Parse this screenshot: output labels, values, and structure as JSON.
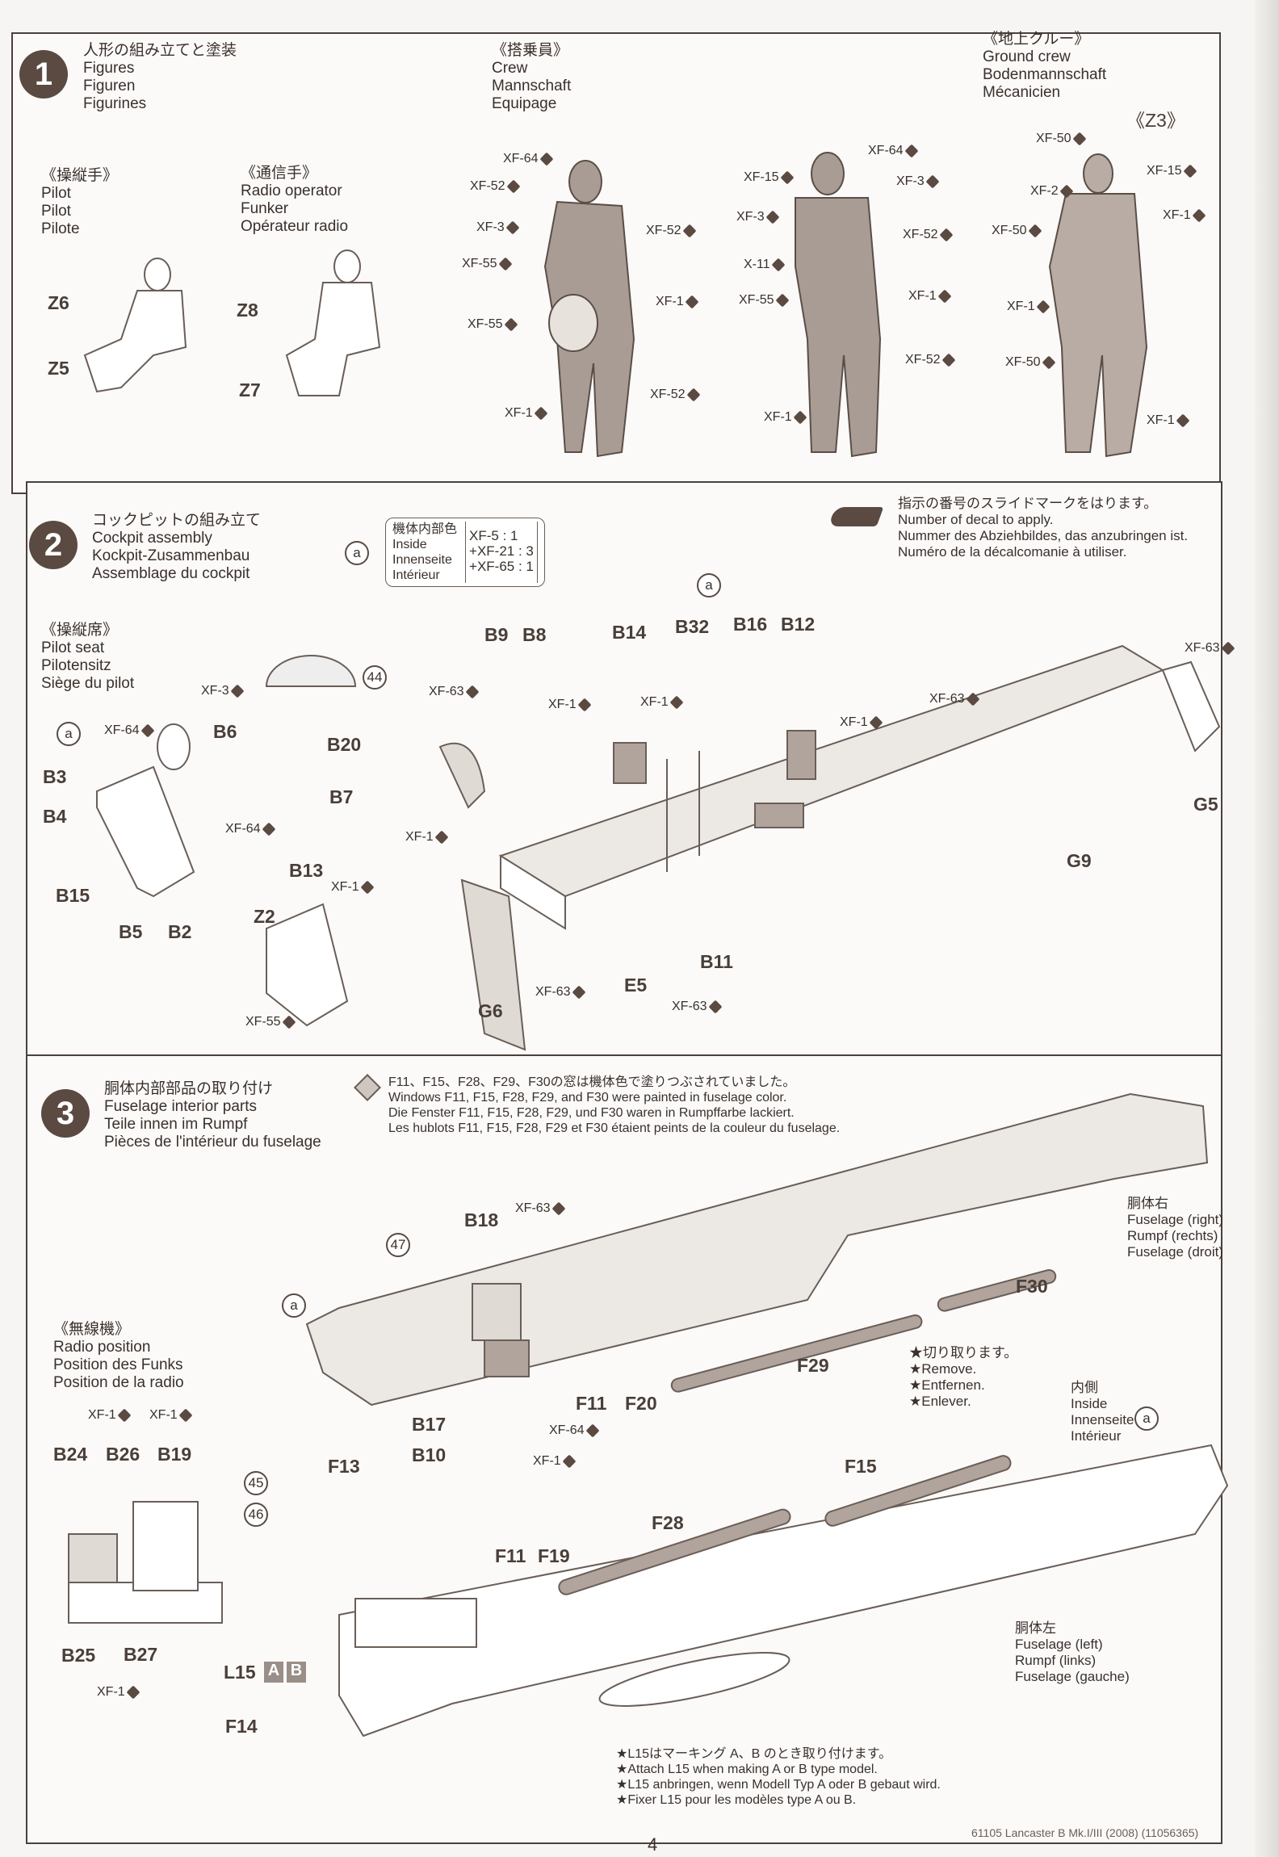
{
  "step1": {
    "number": "1",
    "title": [
      "人形の組み立てと塗装",
      "Figures",
      "Figuren",
      "Figurines"
    ],
    "crew_heading": [
      "《搭乗員》",
      "Crew",
      "Mannschaft",
      "Equipage"
    ],
    "ground_heading": [
      "《地上クルー》",
      "Ground crew",
      "Bodenmannschaft",
      "Mécanicien"
    ],
    "ground_part": "《Z3》",
    "pilot_heading": [
      "《操縦手》",
      "Pilot",
      "Pilot",
      "Pilote"
    ],
    "radio_heading": [
      "《通信手》",
      "Radio operator",
      "Funker",
      "Opérateur radio"
    ],
    "parts": [
      "Z6",
      "Z5",
      "Z8",
      "Z7"
    ],
    "crew1_paints": [
      "XF-64",
      "XF-52",
      "XF-3",
      "XF-55",
      "XF-55",
      "XF-1",
      "XF-52",
      "XF-1",
      "XF-52"
    ],
    "crew2_paints": [
      "XF-64",
      "XF-15",
      "XF-3",
      "XF-3",
      "XF-52",
      "X-11",
      "XF-55",
      "XF-1",
      "XF-52",
      "XF-1"
    ],
    "ground_paints": [
      "XF-50",
      "XF-15",
      "XF-2",
      "XF-1",
      "XF-50",
      "XF-1",
      "XF-50",
      "XF-1"
    ]
  },
  "step2": {
    "number": "2",
    "title": [
      "コックピットの組み立て",
      "Cockpit assembly",
      "Kockpit-Zusammenbau",
      "Assemblage du cockpit"
    ],
    "paint_key": {
      "symbol": "a",
      "labels": [
        "機体内部色",
        "Inside",
        "Innenseite",
        "Intérieur"
      ],
      "mix": [
        "XF-5 : 1",
        "+XF-21 : 3",
        "+XF-65 : 1"
      ]
    },
    "decal_note": [
      "指示の番号のスライドマークをはります。",
      "Number of decal to apply.",
      "Nummer des Abziehbildes, das anzubringen ist.",
      "Numéro de la décalcomanie à utiliser."
    ],
    "seat_heading": [
      "《操縦席》",
      "Pilot seat",
      "Pilotensitz",
      "Siège du pilot"
    ],
    "seat_parts": [
      "B6",
      "B3",
      "B4",
      "B15",
      "B5",
      "B2",
      "B13",
      "Z2"
    ],
    "seat_paints": [
      "XF-3",
      "XF-64",
      "XF-64",
      "XF-1",
      "XF-55"
    ],
    "parts": [
      "B20",
      "B7",
      "B9",
      "B8",
      "B14",
      "B32",
      "B16",
      "B12",
      "G5",
      "G9",
      "B11",
      "E5",
      "G6"
    ],
    "paints": [
      "XF-1",
      "XF-63",
      "XF-1",
      "XF-1",
      "XF-1",
      "XF-63",
      "XF-63",
      "XF-63",
      "XF-63"
    ],
    "decal_no": "44",
    "paint_symbol": "a"
  },
  "step3": {
    "number": "3",
    "title": [
      "胴体内部部品の取り付け",
      "Fuselage interior parts",
      "Teile innen im Rumpf",
      "Pièces de l'intérieur du fuselage"
    ],
    "window_note": [
      "F11、F15、F28、F29、F30の窓は機体色で塗りつぶされていました。",
      "Windows F11, F15, F28, F29, and F30 were painted in fuselage color.",
      "Die Fenster F11, F15, F28, F29, und F30 waren in Rumpffarbe lackiert.",
      "Les hublots F11, F15, F28, F29 et F30 étaient peints de la couleur du fuselage."
    ],
    "radio_heading": [
      "《無線機》",
      "Radio position",
      "Position des Funks",
      "Position de la radio"
    ],
    "radio_parts": [
      "B24",
      "B26",
      "B19",
      "B25",
      "B27"
    ],
    "radio_paints": [
      "XF-1",
      "XF-1",
      "XF-1"
    ],
    "decals": [
      "45",
      "46",
      "47"
    ],
    "parts": [
      "B18",
      "F13",
      "B17",
      "B10",
      "F11",
      "F20",
      "F29",
      "F30",
      "F15",
      "F28",
      "F11",
      "F19",
      "L15",
      "F14"
    ],
    "paints": [
      "XF-63",
      "XF-64",
      "XF-1"
    ],
    "marking_tags": [
      "A",
      "B"
    ],
    "paint_symbol": "a",
    "fuselage_right": [
      "胴体右",
      "Fuselage (right)",
      "Rumpf (rechts)",
      "Fuselage (droit)"
    ],
    "fuselage_left": [
      "胴体左",
      "Fuselage (left)",
      "Rumpf (links)",
      "Fuselage (gauche)"
    ],
    "inside": [
      "内側",
      "Inside",
      "Innenseite",
      "Intérieur"
    ],
    "remove_note": [
      "★切り取ります。",
      "★Remove.",
      "★Entfernen.",
      "★Enlever."
    ],
    "l15_note": [
      "★L15はマーキング A、B のとき取り付けます。",
      "★Attach L15 when making A or B type model.",
      "★L15 anbringen, wenn Modell Typ A oder B gebaut wird.",
      "★Fixer L15 pour les modèles type A ou B."
    ]
  },
  "footer": {
    "product": "61105 Lancaster B Mk.I/III (2008) (11056365)",
    "page": "4"
  }
}
